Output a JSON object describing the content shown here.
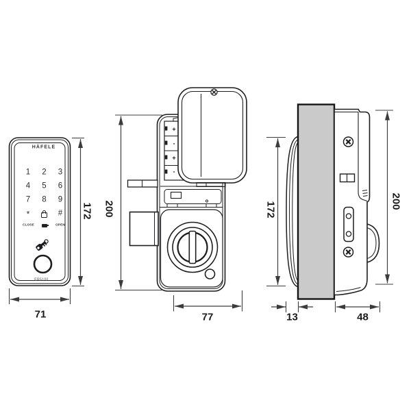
{
  "views": {
    "front": {
      "brand": "HÄFELE",
      "model": "ER5100",
      "keypad": {
        "keys": [
          "1",
          "2",
          "3",
          "4",
          "5",
          "6",
          "7",
          "8",
          "9",
          "*",
          "#"
        ],
        "close_label": "CLOSE",
        "open_label": "OPEN"
      },
      "dimensions": {
        "height_mm": "172",
        "width_mm": "71"
      }
    },
    "back": {
      "dimensions": {
        "height_mm": "200",
        "width_mm": "77"
      },
      "battery_polarity": [
        "+",
        "-",
        "+",
        "-"
      ]
    },
    "side": {
      "dimensions": {
        "front_unit_height_mm": "172",
        "rear_unit_height_mm": "200",
        "front_unit_depth_mm": "13",
        "rear_unit_depth_mm": "48"
      }
    }
  },
  "icons": {
    "keypad_middle_row4": "padlock-icon",
    "keypad_middle_row5": "battery-icon",
    "near_button": "key-icon",
    "fasteners": "phillips-screw-icon"
  },
  "colors": {
    "outline": "#1d1d1f",
    "dimension": "#3c3c3c",
    "door_fill": "#cacaca",
    "background": "#ffffff"
  }
}
